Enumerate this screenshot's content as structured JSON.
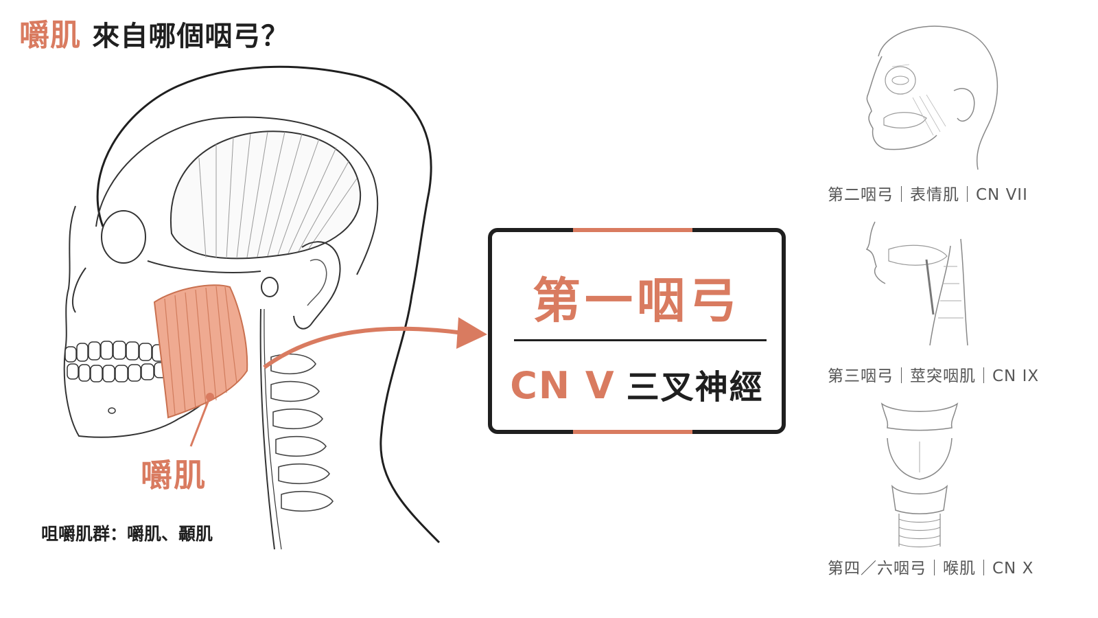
{
  "title": {
    "highlight": "嚼肌",
    "rest": "來自哪個咽弓？"
  },
  "illustration": {
    "muscle_label": "嚼肌",
    "group_label": "咀嚼肌群：嚼肌、顳肌"
  },
  "answer_box": {
    "arch": "第一咽弓",
    "nerve_code": "CN V",
    "nerve_name": "三叉神經"
  },
  "side_panels": [
    {
      "caption": "第二咽弓｜表情肌｜CN VII"
    },
    {
      "caption": "第三咽弓｜莖突咽肌｜CN IX"
    },
    {
      "caption": "第四／六咽弓｜喉肌｜CN X"
    }
  ],
  "colors": {
    "accent": "#d97b60",
    "ink": "#1f1f1f",
    "caption": "#555555"
  }
}
